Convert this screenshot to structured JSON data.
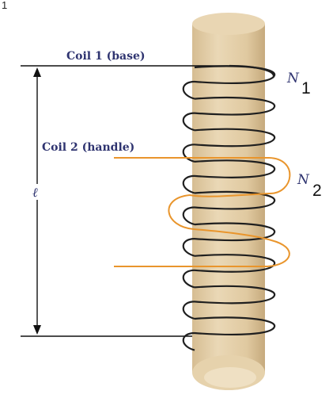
{
  "diagram": {
    "corner_label": "1",
    "coil1_label": "Coil 1 (base)",
    "coil2_label": "Coil 2 (handle)",
    "n1_symbol": "N",
    "n1_subscript": "1",
    "n2_symbol": "N",
    "n2_subscript": "2",
    "length_symbol": "ℓ",
    "coil1_turns": 9,
    "coil2_turns": 2,
    "colors": {
      "rod_body": "#e4cfa9",
      "rod_shadow": "#c9ae82",
      "rod_top": "#ead9b8",
      "coil1_wire": "#1f1f1f",
      "coil2_wire": "#e9952c",
      "lines": "#111111",
      "label_text": "#2f3470"
    }
  }
}
